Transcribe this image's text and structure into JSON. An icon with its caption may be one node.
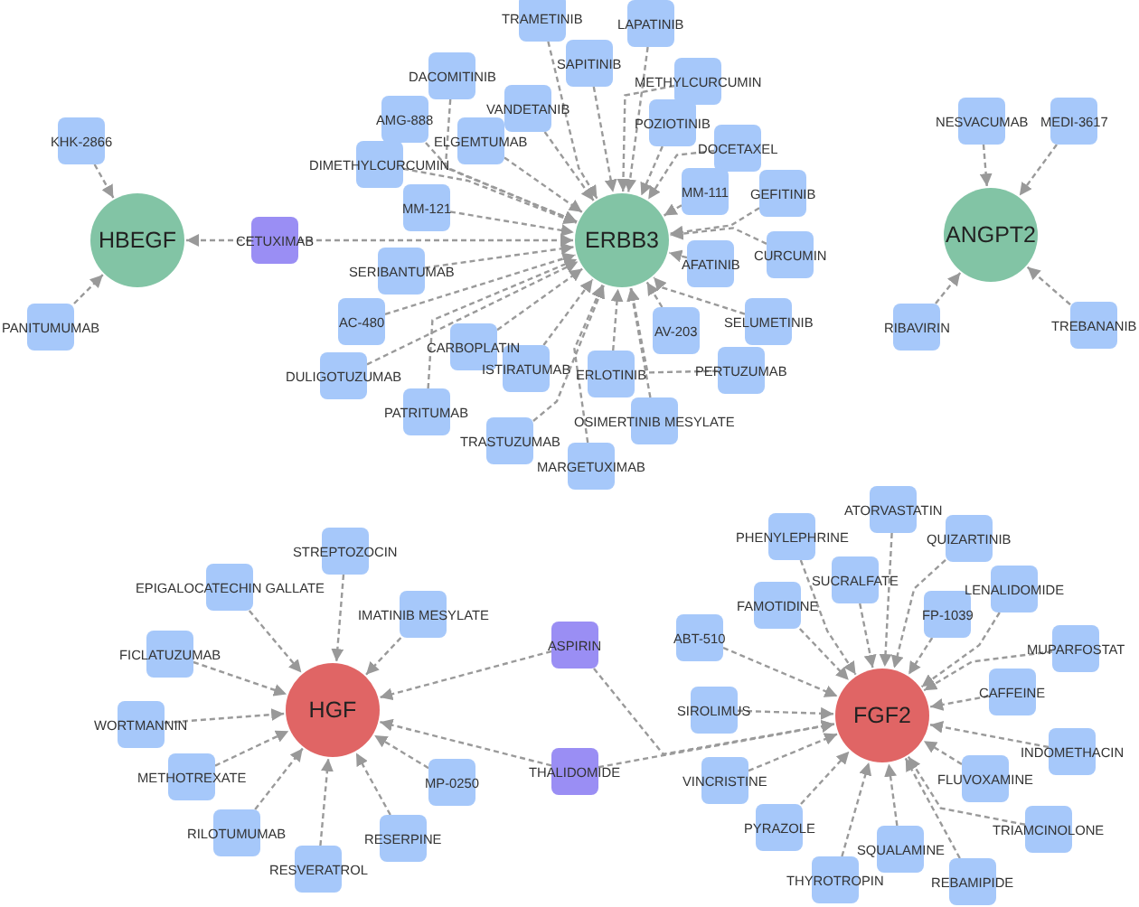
{
  "diagram": {
    "nodes": [
      {
        "text": [
          "HBEGF"
        ]
      },
      {
        "text": [
          "KHK-2866"
        ]
      },
      {
        "text": [
          "PANITUMUMAB"
        ]
      },
      {
        "text": [
          "CETUXIMAB"
        ]
      },
      {
        "text": [
          "ERBB3"
        ]
      },
      {
        "text": [
          "TRAMETINIB"
        ]
      },
      {
        "text": [
          "LAPATINIB"
        ]
      },
      {
        "text": [
          "DACOMITINIB"
        ]
      },
      {
        "text": [
          "SAPITINIB"
        ]
      },
      {
        "text": [
          "METHYLCURCUMIN"
        ]
      },
      {
        "text": [
          "AMG-888"
        ]
      },
      {
        "text": [
          "VANDETANIB"
        ]
      },
      {
        "text": [
          "POZIOTINIB"
        ]
      },
      {
        "text": [
          "ELGEMTUMAB"
        ]
      },
      {
        "text": [
          "DOCETAXEL"
        ]
      },
      {
        "text": [
          "DIMETHYLCURCUMIN"
        ]
      },
      {
        "text": [
          "MM-111"
        ]
      },
      {
        "text": [
          "GEFITINIB"
        ]
      },
      {
        "text": [
          "MM-121"
        ]
      },
      {
        "text": [
          "SERIBANTUMAB"
        ]
      },
      {
        "text": [
          "CURCUMIN"
        ]
      },
      {
        "text": [
          "AFATINIB"
        ]
      },
      {
        "text": [
          "AC-480"
        ]
      },
      {
        "text": [
          "SELUMETINIB"
        ]
      },
      {
        "text": [
          "CARBOPLATIN"
        ]
      },
      {
        "text": [
          "AV-203"
        ]
      },
      {
        "text": [
          "ISTIRATUMAB"
        ]
      },
      {
        "text": [
          "DULIGOTUZUMAB"
        ]
      },
      {
        "text": [
          "ERLOTINIB"
        ]
      },
      {
        "text": [
          "PERTUZUMAB"
        ]
      },
      {
        "text": [
          "PATRITUMAB"
        ]
      },
      {
        "text": [
          "OSIMERTINIB MESYLATE"
        ]
      },
      {
        "text": [
          "TRASTUZUMAB"
        ]
      },
      {
        "text": [
          "MARGETUXIMAB"
        ]
      },
      {
        "text": [
          "ANGPT2"
        ]
      },
      {
        "text": [
          "NESVACUMAB"
        ]
      },
      {
        "text": [
          "MEDI-3617"
        ]
      },
      {
        "text": [
          "RIBAVIRIN"
        ]
      },
      {
        "text": [
          "TREBANANIB"
        ]
      },
      {
        "text": [
          "HGF"
        ]
      },
      {
        "text": [
          "STREPTOZOCIN"
        ]
      },
      {
        "text": [
          "EPIGALOCATECHIN GALLATE"
        ]
      },
      {
        "text": [
          "IMATINIB MESYLATE"
        ]
      },
      {
        "text": [
          "FICLATUZUMAB"
        ]
      },
      {
        "text": [
          "WORTMANNIN"
        ]
      },
      {
        "text": [
          "METHOTREXATE"
        ]
      },
      {
        "text": [
          "MP-0250"
        ]
      },
      {
        "text": [
          "RILOTUMUMAB"
        ]
      },
      {
        "text": [
          "RESERPINE"
        ]
      },
      {
        "text": [
          "RESVERATROL"
        ]
      },
      {
        "text": [
          "ASPIRIN"
        ]
      },
      {
        "text": [
          "THALIDOMIDE"
        ]
      },
      {
        "text": [
          "FGF2"
        ]
      },
      {
        "text": [
          "ATORVASTATIN"
        ]
      },
      {
        "text": [
          "PHENYLEPHRINE"
        ]
      },
      {
        "text": [
          "QUIZARTINIB"
        ]
      },
      {
        "text": [
          "SUCRALFATE"
        ]
      },
      {
        "text": [
          "LENALIDOMIDE"
        ]
      },
      {
        "text": [
          "FAMOTIDINE"
        ]
      },
      {
        "text": [
          "FP-1039"
        ]
      },
      {
        "text": [
          "ABT-510"
        ]
      },
      {
        "text": [
          "MUPARFOSTAT"
        ]
      },
      {
        "text": [
          "CAFFEINE"
        ]
      },
      {
        "text": [
          "SIROLIMUS"
        ]
      },
      {
        "text": [
          "INDOMETHACIN"
        ]
      },
      {
        "text": [
          "VINCRISTINE"
        ]
      },
      {
        "text": [
          "FLUVOXAMINE"
        ]
      },
      {
        "text": [
          "TRIAMCINOLONE"
        ]
      },
      {
        "text": [
          "PYRAZOLE"
        ]
      },
      {
        "text": [
          "SQUALAMINE"
        ]
      },
      {
        "text": [
          "THYROTROPIN"
        ]
      },
      {
        "text": [
          "REBAMIPIDE"
        ]
      }
    ],
    "edges": [
      {
        "from": 1,
        "to": 0,
        "arrow": "to"
      },
      {
        "from": 2,
        "to": 0,
        "arrow": "to"
      },
      {
        "from": 3,
        "to": 0,
        "arrow": "to"
      },
      {
        "from": 3,
        "to": 4,
        "arrow": "to"
      },
      {
        "from": 5,
        "to": 4,
        "arrow": "to"
      },
      {
        "from": 6,
        "to": 4,
        "arrow": "to"
      },
      {
        "from": 7,
        "to": 4,
        "arrow": "to"
      },
      {
        "from": 8,
        "to": 4,
        "arrow": "to"
      },
      {
        "from": 9,
        "to": 4,
        "arrow": "to"
      },
      {
        "from": 10,
        "to": 4,
        "arrow": "to"
      },
      {
        "from": 11,
        "to": 4,
        "arrow": "to"
      },
      {
        "from": 12,
        "to": 4,
        "arrow": "to"
      },
      {
        "from": 13,
        "to": 4,
        "arrow": "to"
      },
      {
        "from": 14,
        "to": 4,
        "arrow": "to"
      },
      {
        "from": 15,
        "to": 4,
        "arrow": "to"
      },
      {
        "from": 16,
        "to": 4,
        "arrow": "to"
      },
      {
        "from": 17,
        "to": 4,
        "arrow": "to"
      },
      {
        "from": 18,
        "to": 4,
        "arrow": "to"
      },
      {
        "from": 19,
        "to": 4,
        "arrow": "to"
      },
      {
        "from": 20,
        "to": 4,
        "arrow": "to"
      },
      {
        "from": 21,
        "to": 4,
        "arrow": "to"
      },
      {
        "from": 22,
        "to": 4,
        "arrow": "to"
      },
      {
        "from": 23,
        "to": 4,
        "arrow": "to"
      },
      {
        "from": 24,
        "to": 4,
        "arrow": "to"
      },
      {
        "from": 25,
        "to": 4,
        "arrow": "to"
      },
      {
        "from": 26,
        "to": 4,
        "arrow": "to"
      },
      {
        "from": 27,
        "to": 4,
        "arrow": "to"
      },
      {
        "from": 28,
        "to": 4,
        "arrow": "to"
      },
      {
        "from": 29,
        "to": 4,
        "arrow": "to"
      },
      {
        "from": 30,
        "to": 4,
        "arrow": "to"
      },
      {
        "from": 31,
        "to": 4,
        "arrow": "to"
      },
      {
        "from": 32,
        "to": 4,
        "arrow": "to"
      },
      {
        "from": 33,
        "to": 4,
        "arrow": "to"
      },
      {
        "from": 35,
        "to": 34,
        "arrow": "to"
      },
      {
        "from": 36,
        "to": 34,
        "arrow": "to"
      },
      {
        "from": 37,
        "to": 34,
        "arrow": "to"
      },
      {
        "from": 38,
        "to": 34,
        "arrow": "to"
      },
      {
        "from": 40,
        "to": 39,
        "arrow": "to"
      },
      {
        "from": 41,
        "to": 39,
        "arrow": "to"
      },
      {
        "from": 42,
        "to": 39,
        "arrow": "to"
      },
      {
        "from": 43,
        "to": 39,
        "arrow": "to"
      },
      {
        "from": 44,
        "to": 39,
        "arrow": "to"
      },
      {
        "from": 45,
        "to": 39,
        "arrow": "to"
      },
      {
        "from": 46,
        "to": 39,
        "arrow": "to"
      },
      {
        "from": 47,
        "to": 39,
        "arrow": "to"
      },
      {
        "from": 48,
        "to": 39,
        "arrow": "to"
      },
      {
        "from": 49,
        "to": 39,
        "arrow": "to"
      },
      {
        "from": 50,
        "to": 39,
        "arrow": "to"
      },
      {
        "from": 51,
        "to": 39,
        "arrow": "to"
      },
      {
        "from": 50,
        "to": 52,
        "arrow": "to"
      },
      {
        "from": 51,
        "to": 52,
        "arrow": "to"
      },
      {
        "from": 53,
        "to": 52,
        "arrow": "to"
      },
      {
        "from": 54,
        "to": 52,
        "arrow": "to"
      },
      {
        "from": 55,
        "to": 52,
        "arrow": "to"
      },
      {
        "from": 56,
        "to": 52,
        "arrow": "to"
      },
      {
        "from": 57,
        "to": 52,
        "arrow": "to"
      },
      {
        "from": 58,
        "to": 52,
        "arrow": "to"
      },
      {
        "from": 59,
        "to": 52,
        "arrow": "to"
      },
      {
        "from": 60,
        "to": 52,
        "arrow": "to"
      },
      {
        "from": 61,
        "to": 52,
        "arrow": "to"
      },
      {
        "from": 62,
        "to": 52,
        "arrow": "to"
      },
      {
        "from": 63,
        "to": 52,
        "arrow": "to"
      },
      {
        "from": 64,
        "to": 52,
        "arrow": "to"
      },
      {
        "from": 65,
        "to": 52,
        "arrow": "to"
      },
      {
        "from": 66,
        "to": 52,
        "arrow": "to"
      },
      {
        "from": 67,
        "to": 52,
        "arrow": "to"
      },
      {
        "from": 68,
        "to": 52,
        "arrow": "to"
      },
      {
        "from": 69,
        "to": 52,
        "arrow": "to"
      },
      {
        "from": 70,
        "to": 52,
        "arrow": "to"
      },
      {
        "from": 71,
        "to": 52,
        "arrow": "to"
      }
    ]
  }
}
